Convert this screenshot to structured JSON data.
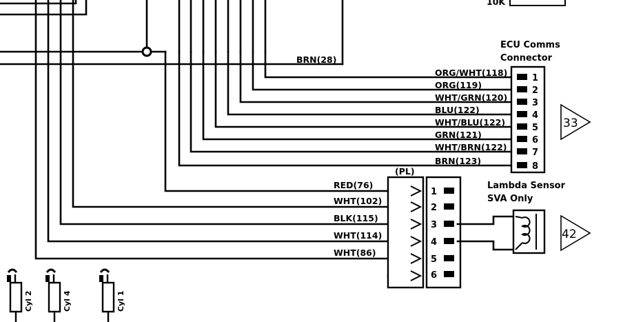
{
  "top_right_label": "10K",
  "brn_28_label": "BRN(28)",
  "ecu_connector": {
    "title_line1": "ECU Comms",
    "title_line2": "Connector",
    "page_ref": "33",
    "wires": [
      {
        "pin": "1",
        "label": "ORG/WHT(118)"
      },
      {
        "pin": "2",
        "label": "ORG(119)"
      },
      {
        "pin": "3",
        "label": "WHT/GRN(120)"
      },
      {
        "pin": "4",
        "label": "BLU(122)"
      },
      {
        "pin": "5",
        "label": "WHT/BLU(122)"
      },
      {
        "pin": "6",
        "label": "GRN(121)"
      },
      {
        "pin": "7",
        "label": "WHT/BRN(122)"
      },
      {
        "pin": "8",
        "label": "BRN(123)"
      }
    ]
  },
  "pl_connector": {
    "title": "(PL)",
    "wires": [
      "RED(76)",
      "WHT(102)",
      "BLK(115)",
      "WHT(114)",
      "WHT(86)"
    ],
    "pins": [
      "1",
      "2",
      "3",
      "4",
      "5",
      "6"
    ]
  },
  "lambda_sensor": {
    "title_line1": "Lambda Sensor",
    "title_line2": "SVA Only",
    "page_ref": "42"
  },
  "cylinders": [
    "Cyl 2",
    "Cyl 4",
    "Cyl 1"
  ]
}
